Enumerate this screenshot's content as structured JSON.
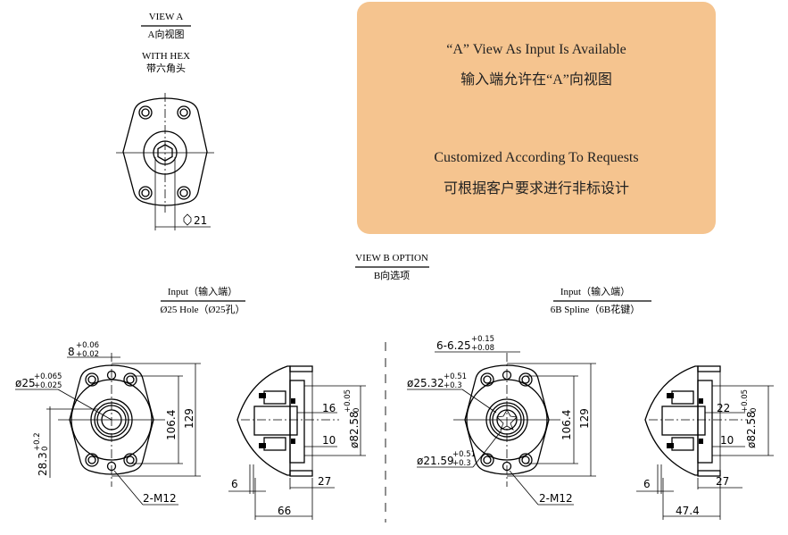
{
  "view_a": {
    "title": "VIEW A",
    "subtitle": "A向视图",
    "hex_label": "WITH HEX",
    "hex_label_cn": "带六角头",
    "hex_dim": "21"
  },
  "info_box": {
    "color": "#f5c48f",
    "line1": "“A” View As Input Is Available",
    "line2": "输入端允许在“A”向视图",
    "line3": "Customized According To Requests",
    "line4": "可根据客户要求进行非标设计"
  },
  "view_b": {
    "title": "VIEW B OPTION",
    "subtitle": "B向选项"
  },
  "left_option": {
    "title": "Input（输入端）",
    "subtitle": "Ø25 Hole（Ø25孔）",
    "key_width": "8",
    "key_width_up": "+0.06",
    "key_width_low": "+0.02",
    "bore": "ø25",
    "bore_up": "+0.065",
    "bore_low": "+0.025",
    "key_height": "28.3",
    "key_height_up": "+0.2",
    "key_height_low": "0",
    "bolt_spacing": "106.4",
    "flange_height": "129",
    "thread": "2-M12",
    "depth1": "16",
    "depth2": "10",
    "pilot": "ø82.58",
    "pilot_up": "+0.05",
    "pilot_low": "0",
    "offset": "6",
    "flange_thk": "27",
    "length": "66"
  },
  "right_option": {
    "title": "Input（输入端）",
    "subtitle": "6B Spline（6B花键）",
    "spline_width": "6-6.25",
    "spline_width_up": "+0.15",
    "spline_width_low": "+0.08",
    "major_dia": "ø25.32",
    "major_dia_up": "+0.51",
    "major_dia_low": "+0.3",
    "minor_dia": "ø21.59",
    "minor_dia_up": "+0.51",
    "minor_dia_low": "+0.3",
    "bolt_spacing": "106.4",
    "flange_height": "129",
    "thread": "2-M12",
    "depth1": "22",
    "depth2": "10",
    "pilot": "ø82.58",
    "pilot_up": "+0.05",
    "pilot_low": "0",
    "offset": "6",
    "flange_thk": "27",
    "length": "47.4"
  }
}
